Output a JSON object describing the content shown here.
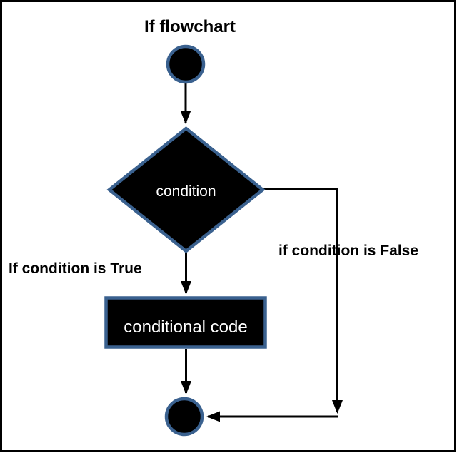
{
  "title": "If flowchart",
  "nodes": {
    "start": {
      "type": "circle",
      "role": "start-terminator"
    },
    "decision": {
      "type": "diamond",
      "label": "condition"
    },
    "process": {
      "type": "rectangle",
      "label": "conditional code"
    },
    "end": {
      "type": "circle",
      "role": "end-terminator"
    }
  },
  "branches": {
    "true_label": "If condition is True",
    "false_label": "if condition is False"
  },
  "colors": {
    "background": "#ffffff",
    "frame_border": "#000000",
    "shape_fill": "#000000",
    "shape_stroke": "#3a618f",
    "connector": "#000000",
    "shape_text": "#ffffff",
    "label_text": "#000000"
  }
}
